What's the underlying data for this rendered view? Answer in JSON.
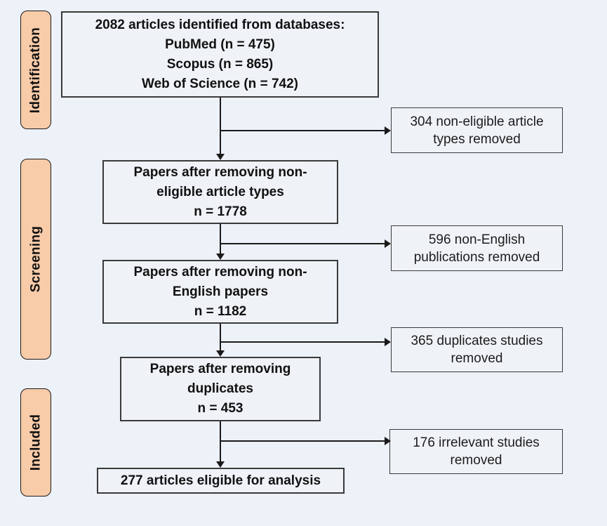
{
  "colors": {
    "background": "#EDF1F8",
    "box_fill": "#EFF2F7",
    "box_border": "#3A3A3A",
    "stage_fill": "#F8CBA9",
    "stage_border": "#1A1A1A",
    "arrow": "#1A1A1A",
    "text": "#111111"
  },
  "stages": [
    {
      "label": "Identification"
    },
    {
      "label": "Screening"
    },
    {
      "label": "Included"
    }
  ],
  "flow": {
    "main": [
      {
        "text": "2082 articles identified from databases:\nPubMed (n = 475)\nScopus (n = 865)\nWeb of Science (n = 742)"
      },
      {
        "text": "Papers after removing non-\neligible article types\nn = 1778"
      },
      {
        "text": "Papers after removing non-\nEnglish papers\nn = 1182"
      },
      {
        "text": "Papers after removing\nduplicates\nn = 453"
      },
      {
        "text": "277 articles eligible for analysis"
      }
    ],
    "side": [
      {
        "text": "304 non-eligible article\ntypes removed"
      },
      {
        "text": "596 non-English\npublications removed"
      },
      {
        "text": "365 duplicates studies\nremoved"
      },
      {
        "text": "176 irrelevant studies\nremoved"
      }
    ]
  }
}
